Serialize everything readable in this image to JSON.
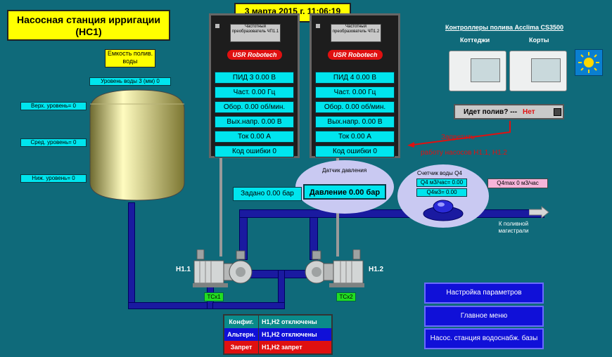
{
  "station_title": "Насосная станция ирригации (НС1)",
  "datetime": "3 марта 2015 г. 11:06:19",
  "tank": {
    "capacity_label": "Емкость полив. воды",
    "water_level": "Уровень воды 3 (мм)  0",
    "upper_level": "Верх. уровень=  0",
    "middle_level": "Сред. уровень=  0",
    "lower_level": "Ниж. уровень=  0"
  },
  "vfd1": {
    "title": "Частотный преобразователь ЧП1.1",
    "brand": "USR Robotech",
    "params": [
      "ПИД 3  0.00 В",
      "Част.  0.00 Гц",
      "Обор.  0.00 об/мин.",
      "Вых.напр.  0.00 В",
      "Ток  0.00 А",
      "Код ошибки  0"
    ]
  },
  "vfd2": {
    "title": "Частотный преобразователь ЧП1.2",
    "brand": "USR Robotech",
    "params": [
      "ПИД 4  0.00 В",
      "Част.  0.00 Гц",
      "Обор.  0.00 об/мин.",
      "Вых.напр.  0.00 В",
      "Ток  0.00 А",
      "Код ошибки  0"
    ]
  },
  "controllers": {
    "title": "Контроллеры полива Acclima CS3500",
    "cottages": "Коттеджи",
    "courts": "Корты",
    "watering_question": "Идет полив? ---",
    "watering_value": "Нет"
  },
  "prohibit_text": {
    "line1": "Запретить",
    "line2": "работу насосов Н1.1, Н1.2"
  },
  "pressure": {
    "sensor_label": "Датчик давления",
    "setpoint": "Задано  0.00 бар",
    "value": "Давление   0.00 бар"
  },
  "meter": {
    "label": "Счетчик воды Q4",
    "rate": "Q4 м3/час=  0.00",
    "total": "Q4м3=  0.00",
    "qmax": "Q4max  0 м3/час"
  },
  "outlet_label": "К поливной магистрали",
  "pumps": {
    "p1": "Н1.1",
    "p2": "Н1.2",
    "tag1": "ТСх1",
    "tag2": "ТСх2"
  },
  "status": [
    {
      "label": "Конфиг.",
      "value": "Н1,Н2 отключены",
      "color": "#0a8a8a"
    },
    {
      "label": "Альтерн.",
      "value": "Н1,Н2 отключены",
      "color": "#1010d8"
    },
    {
      "label": "Запрет",
      "value": "Н1,Н2 запрет",
      "color": "#e01010"
    }
  ],
  "nav": {
    "settings": "Настройка параметров",
    "main_menu": "Главное меню",
    "pump_station": "Насос. станция водоснабж. базы"
  }
}
